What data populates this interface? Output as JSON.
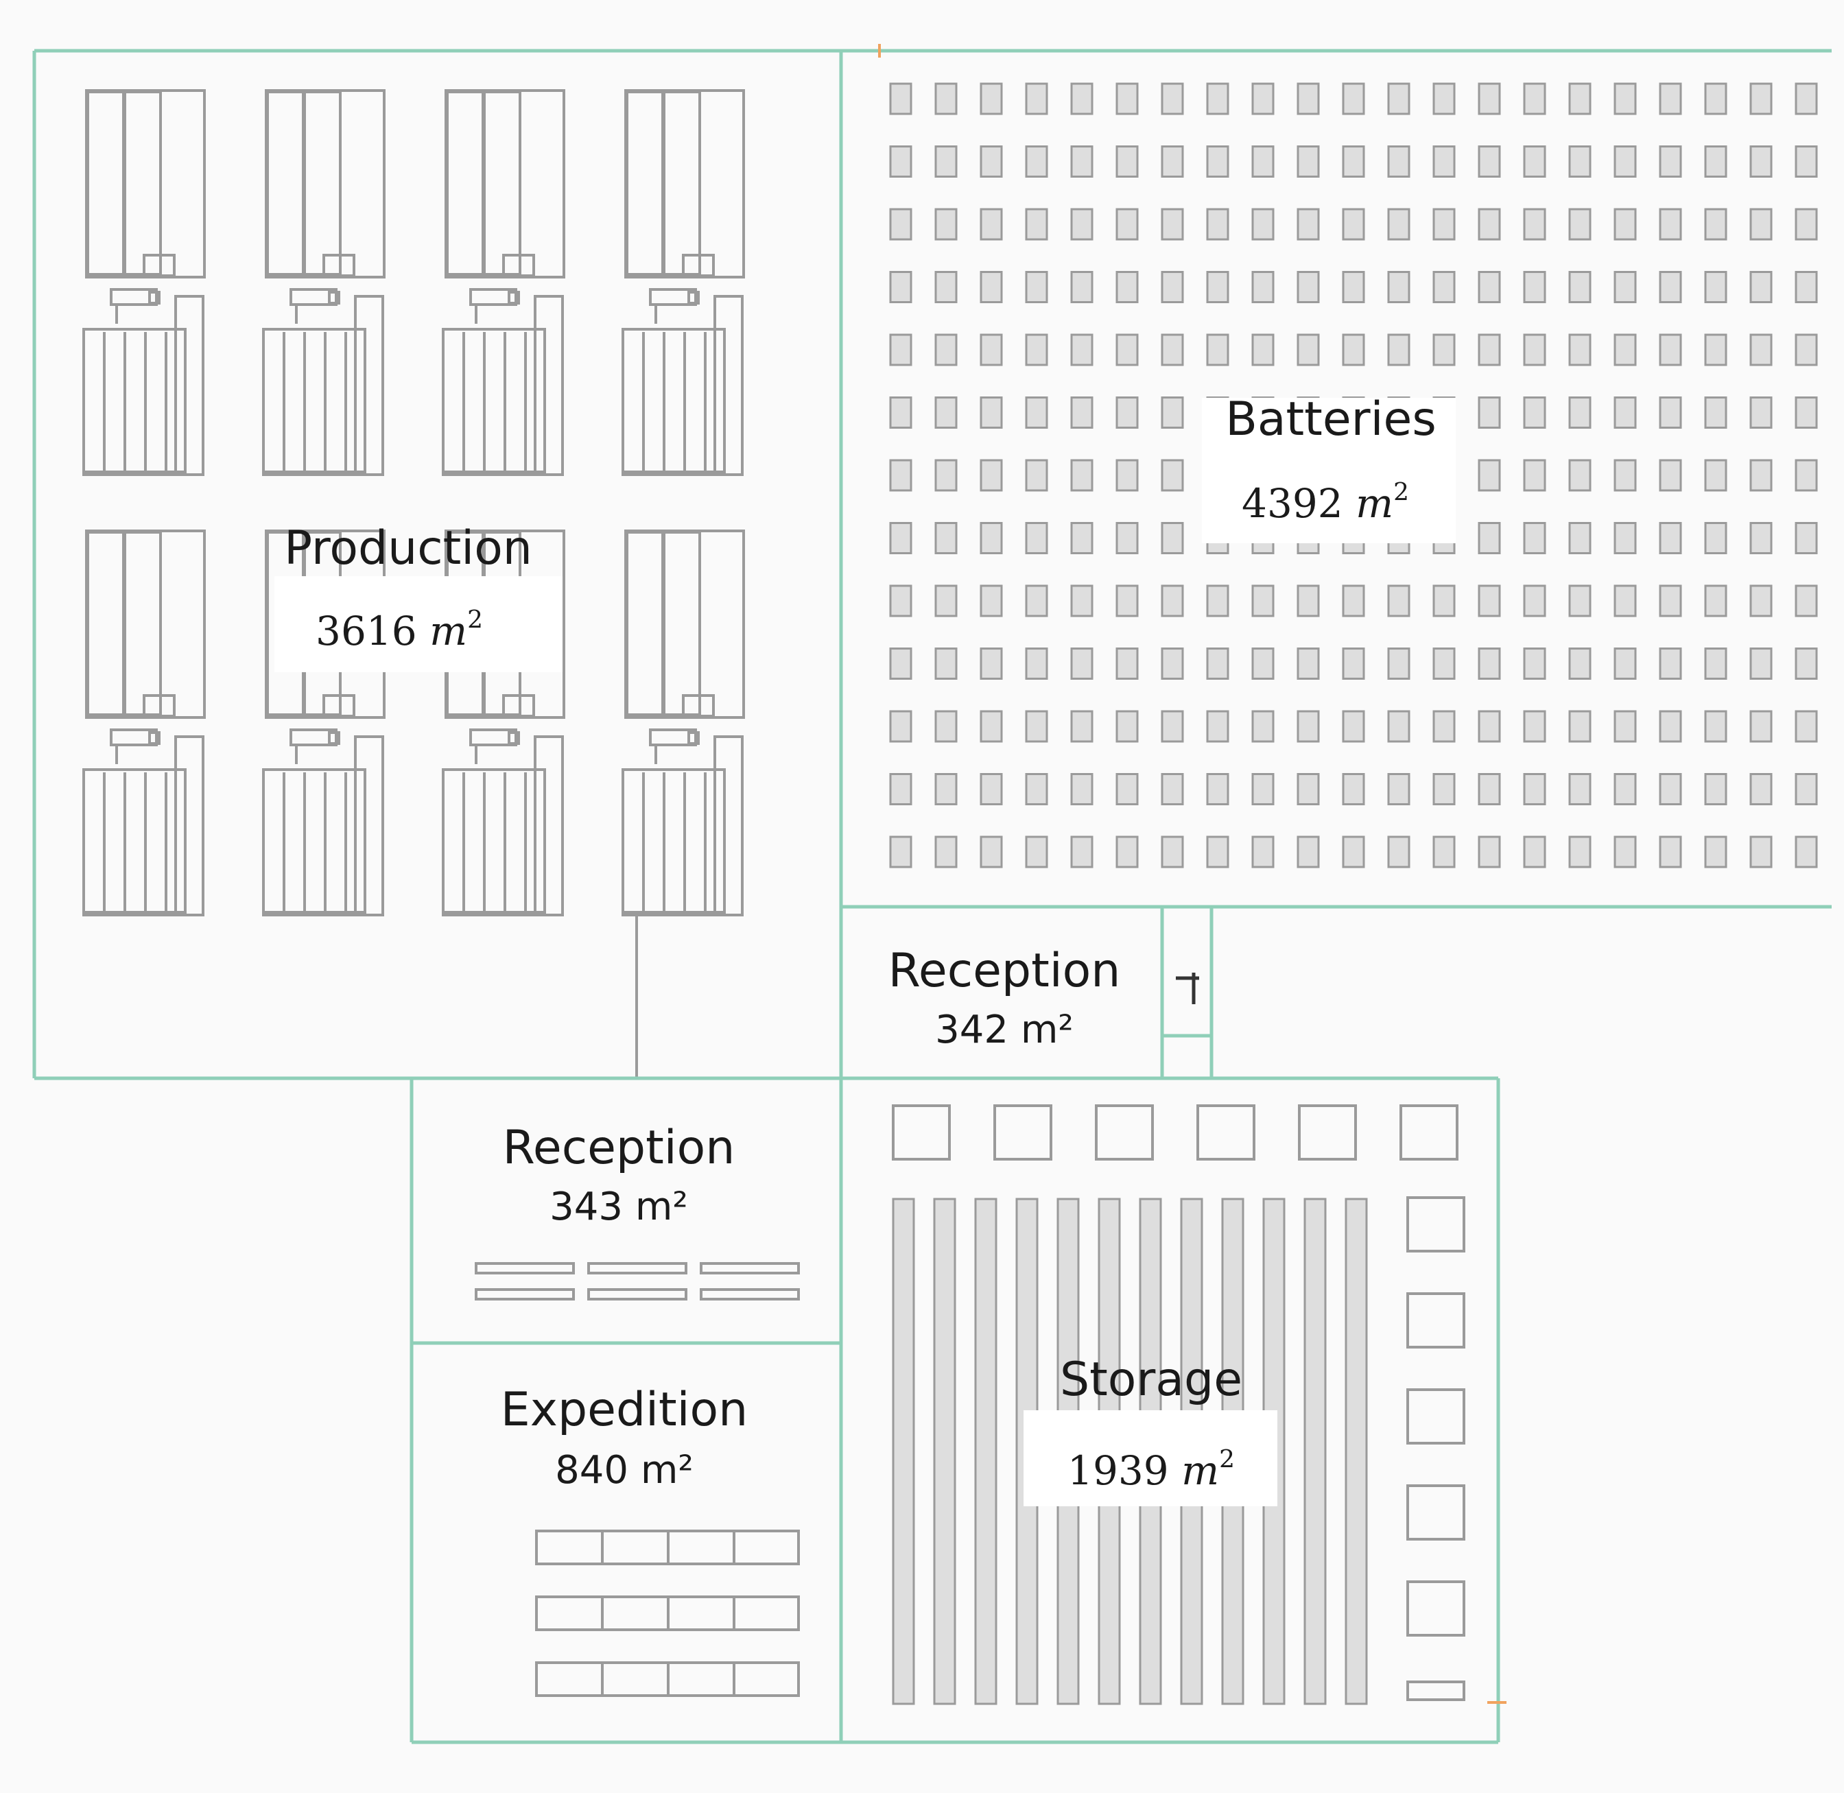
{
  "colors": {
    "background": "#fafafa",
    "wall": "#8fcfb8",
    "equipment": "#9a9a9a",
    "equipment_fill": "#dedede",
    "door_marker": "#f0a35e",
    "text": "#1a1a1a"
  },
  "zones": {
    "production": {
      "name": "Production",
      "area_value": "3616",
      "area_unit": "m",
      "area_exp": "2"
    },
    "batteries": {
      "name": "Batteries",
      "area_value": "4392",
      "area_unit": "m",
      "area_exp": "2"
    },
    "reception_upper": {
      "name": "Reception",
      "area": "342 m²"
    },
    "reception_lower": {
      "name": "Reception",
      "area": "343 m²"
    },
    "expedition": {
      "name": "Expedition",
      "area": "840 m²"
    },
    "storage": {
      "name": "Storage",
      "area_value": "1939",
      "area_unit": "m",
      "area_exp": "2"
    }
  }
}
